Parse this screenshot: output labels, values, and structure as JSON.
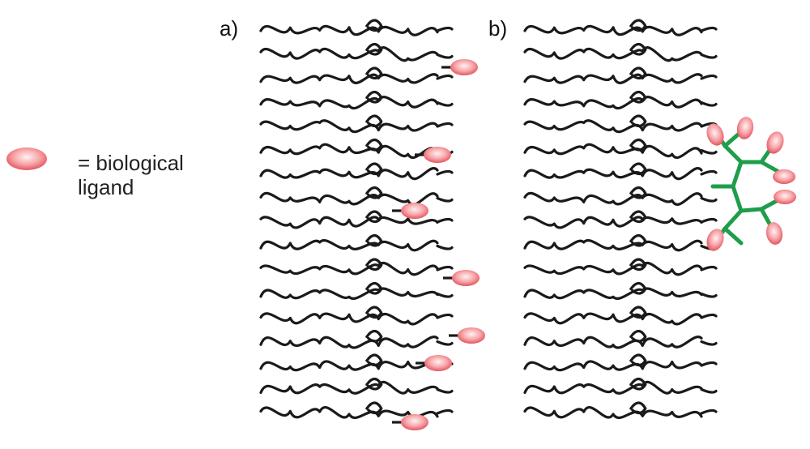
{
  "panels": [
    {
      "label": "a)"
    },
    {
      "label": "b)"
    }
  ],
  "legend": {
    "equals": "=",
    "line1": "biological",
    "line2": "ligand"
  },
  "colors": {
    "chain": "#1a1a1a",
    "dendrimer": "#1e9e4a",
    "ligand_core": "#ffd8d8",
    "ligand_edge": "#e0606a"
  }
}
